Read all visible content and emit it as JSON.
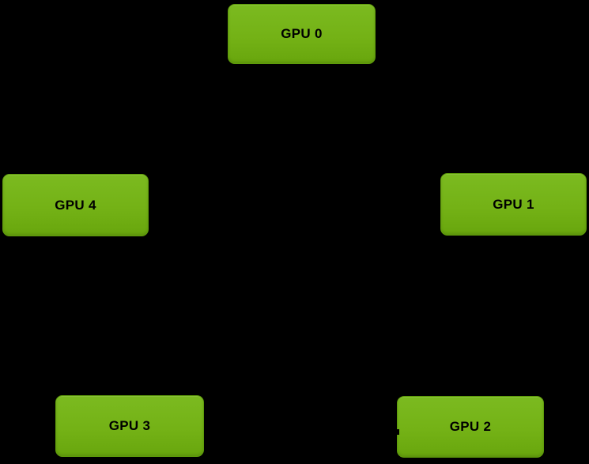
{
  "diagram": {
    "type": "gpu-ring-topology",
    "background_color": "#000000",
    "node_fill_color": "#76b900",
    "node_border_color": "#5e9c0a",
    "node_text_color": "#000000",
    "nodes": [
      {
        "id": "gpu-0",
        "label": "GPU 0"
      },
      {
        "id": "gpu-1",
        "label": "GPU 1"
      },
      {
        "id": "gpu-2",
        "label": "GPU 2"
      },
      {
        "id": "gpu-3",
        "label": "GPU 3"
      },
      {
        "id": "gpu-4",
        "label": "GPU 4"
      }
    ]
  }
}
